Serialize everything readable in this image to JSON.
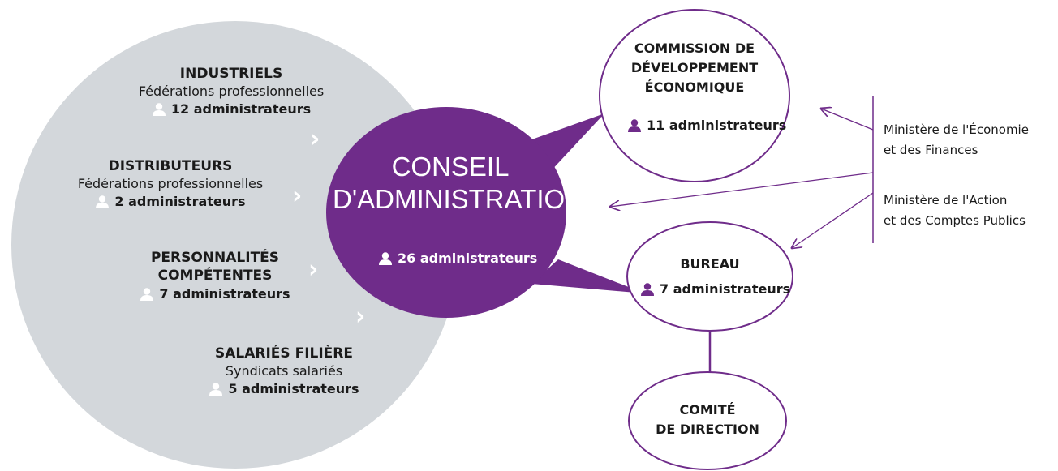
{
  "colors": {
    "purple": "#6f2c8a",
    "grey": "#d3d7db",
    "white": "#ffffff",
    "text": "#1a1a1a"
  },
  "groups": [
    {
      "title": "INDUSTRIELS",
      "subtitle": "Fédérations professionnelles",
      "count": "12 administrateurs"
    },
    {
      "title": "DISTRIBUTEURS",
      "subtitle": "Fédérations professionnelles",
      "count": "2 administrateurs"
    },
    {
      "title": "PERSONNALITÉS",
      "title2": "COMPÉTENTES",
      "count": "7 administrateurs"
    },
    {
      "title": "SALARIÉS FILIÈRE",
      "subtitle": "Syndicats salariés",
      "count": "5 administrateurs"
    }
  ],
  "conseil": {
    "line1": "CONSEIL",
    "line2": "D'ADMINISTRATION",
    "count": "26 administrateurs"
  },
  "commission": {
    "line1": "COMMISSION DE",
    "line2": "DÉVELOPPEMENT",
    "line3": "ÉCONOMIQUE",
    "count": "11 administrateurs"
  },
  "bureau": {
    "title": "BUREAU",
    "count": "7 administrateurs"
  },
  "comite": {
    "line1": "COMITÉ",
    "line2": "DE DIRECTION"
  },
  "ministries": [
    {
      "line1": "Ministère de l'Économie",
      "line2": "et des Finances"
    },
    {
      "line1": "Ministère de l'Action",
      "line2": "et des Comptes Publics"
    }
  ],
  "icons": {
    "person": "person-icon",
    "chevron": "chevron-right-icon",
    "arrow": "arrow-icon"
  }
}
